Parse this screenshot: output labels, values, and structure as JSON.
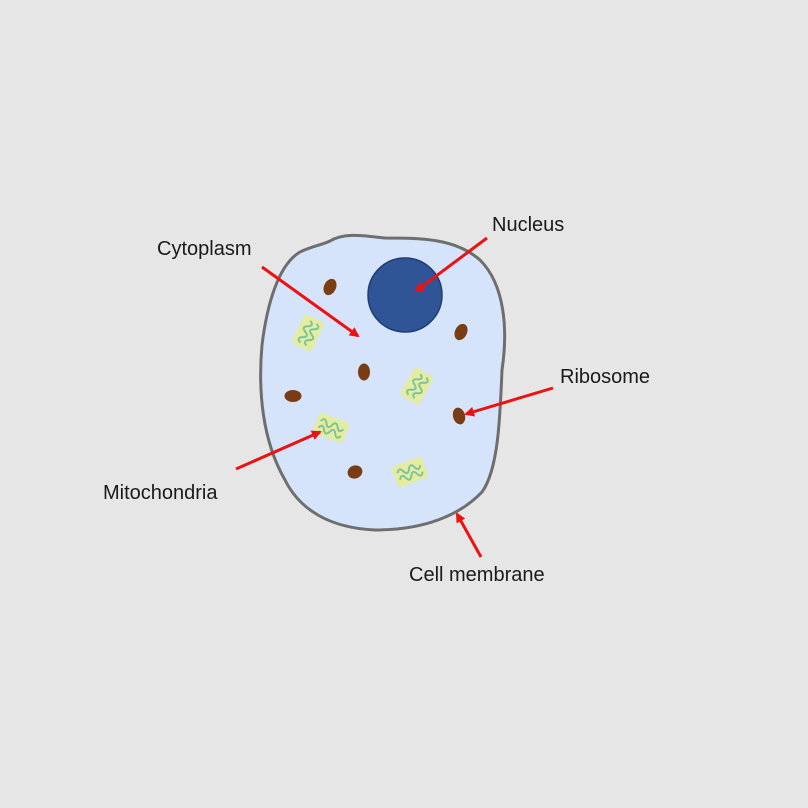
{
  "diagram": {
    "labels": {
      "nucleus": "Nucleus",
      "cytoplasm": "Cytoplasm",
      "ribosome": "Ribosome",
      "mitochondria": "Mitochondria",
      "cell_membrane": "Cell membrane"
    },
    "colors": {
      "background": "#e6e6e6",
      "cell_fill": "#d6e4fb",
      "membrane": "#6e6e6e",
      "nucleus_fill": "#2f5597",
      "nucleus_stroke": "#1f3d73",
      "ribosome": "#7a3c12",
      "mitochondria_fill": "#e4eca0",
      "mitochondria_inner": "#7dc49a",
      "arrow": "#ee1111",
      "text": "#1a1a1a"
    }
  }
}
